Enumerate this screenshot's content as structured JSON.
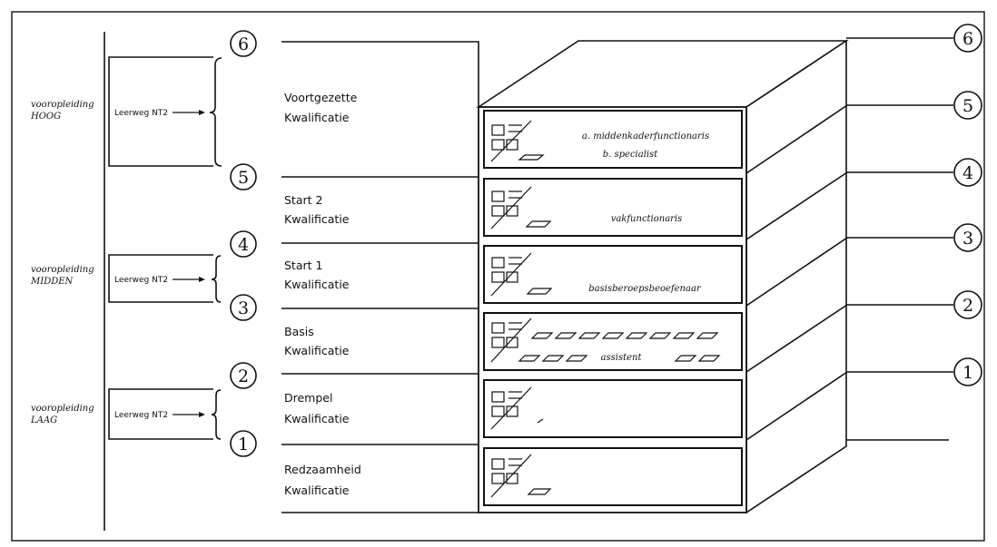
{
  "side_labels": [
    {
      "line1": "vooropleiding",
      "line2": "HOOG"
    },
    {
      "line1": "vooropleiding",
      "line2": "MIDDEN"
    },
    {
      "line1": "vooropleiding",
      "line2": "LAAG"
    }
  ],
  "leerweg_label": "Leerweg NT2",
  "levels": [
    {
      "line1": "Voortgezette",
      "line2": "Kwalificatie"
    },
    {
      "line1": "Start 2",
      "line2": "Kwalificatie"
    },
    {
      "line1": "Start 1",
      "line2": "Kwalificatie"
    },
    {
      "line1": "Basis",
      "line2": "Kwalificatie"
    },
    {
      "line1": "Drempel",
      "line2": "Kwalificatie"
    },
    {
      "line1": "Redzaamheid",
      "line2": "Kwalificatie"
    }
  ],
  "functions": {
    "level6_a": "a. middenkaderfunctionaris",
    "level6_b": "b. specialist",
    "level5": "vakfunctionaris",
    "level4": "basisberoepsbeoefenaar",
    "level3": "assistent"
  },
  "left_circles": [
    "6",
    "5",
    "4",
    "3",
    "2",
    "1"
  ],
  "right_circles": [
    "6",
    "5",
    "4",
    "3",
    "2",
    "1"
  ]
}
